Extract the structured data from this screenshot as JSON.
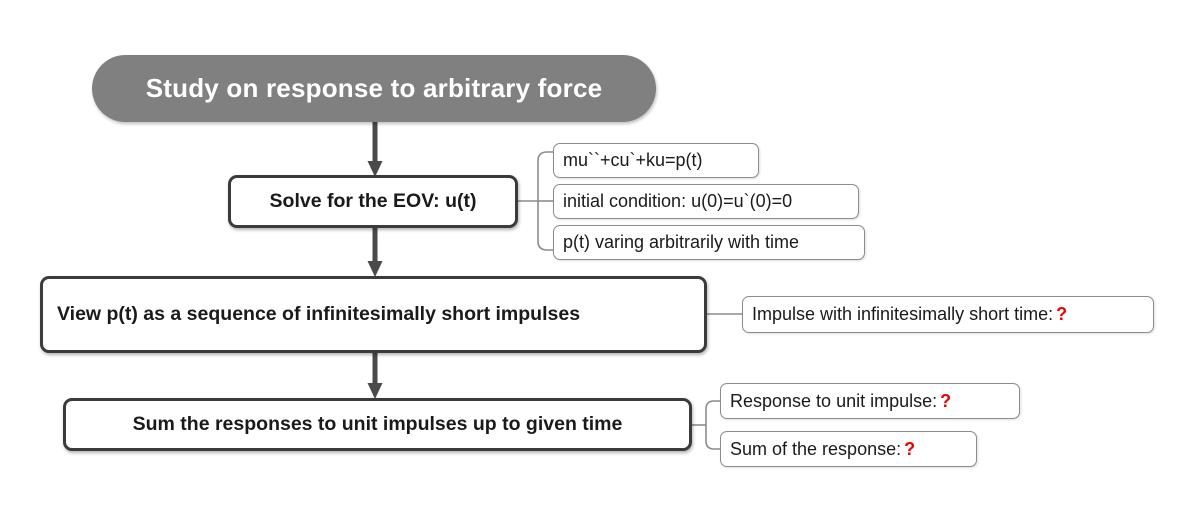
{
  "diagram": {
    "title_node": {
      "label": "Study on response to arbitrary force",
      "fill": "#808080",
      "text_color": "#ffffff"
    },
    "steps": [
      {
        "id": "solve-eov",
        "label": "Solve for the EOV: u(t)"
      },
      {
        "id": "view-pt-sequence",
        "label": "View p(t) as a sequence of infinitesimally short impulses"
      },
      {
        "id": "sum-responses",
        "label": "Sum the responses to unit impulses up to given time"
      }
    ],
    "notes_solve_eov": [
      {
        "id": "eom-equation",
        "text": "mu``+cu`+ku=p(t)",
        "question": ""
      },
      {
        "id": "initial-condition",
        "text": "initial condition: u(0)=u`(0)=0",
        "question": ""
      },
      {
        "id": "forcing-function",
        "text": "p(t) varing arbitrarily with time",
        "question": ""
      }
    ],
    "notes_view_pt": [
      {
        "id": "impulse-short-time",
        "text": "Impulse with infinitesimally short time:",
        "question": "?"
      }
    ],
    "notes_sum": [
      {
        "id": "response-unit-impulse",
        "text": "Response to unit impulse:",
        "question": "?"
      },
      {
        "id": "sum-of-response",
        "text": "Sum of the response:",
        "question": "?"
      }
    ],
    "colors": {
      "arrow": "#4a4a4a",
      "connector": "#8c8c8c",
      "question_mark": "#ee0000",
      "box_border": "#3b3b3b",
      "note_border": "#8c8c8c"
    }
  }
}
